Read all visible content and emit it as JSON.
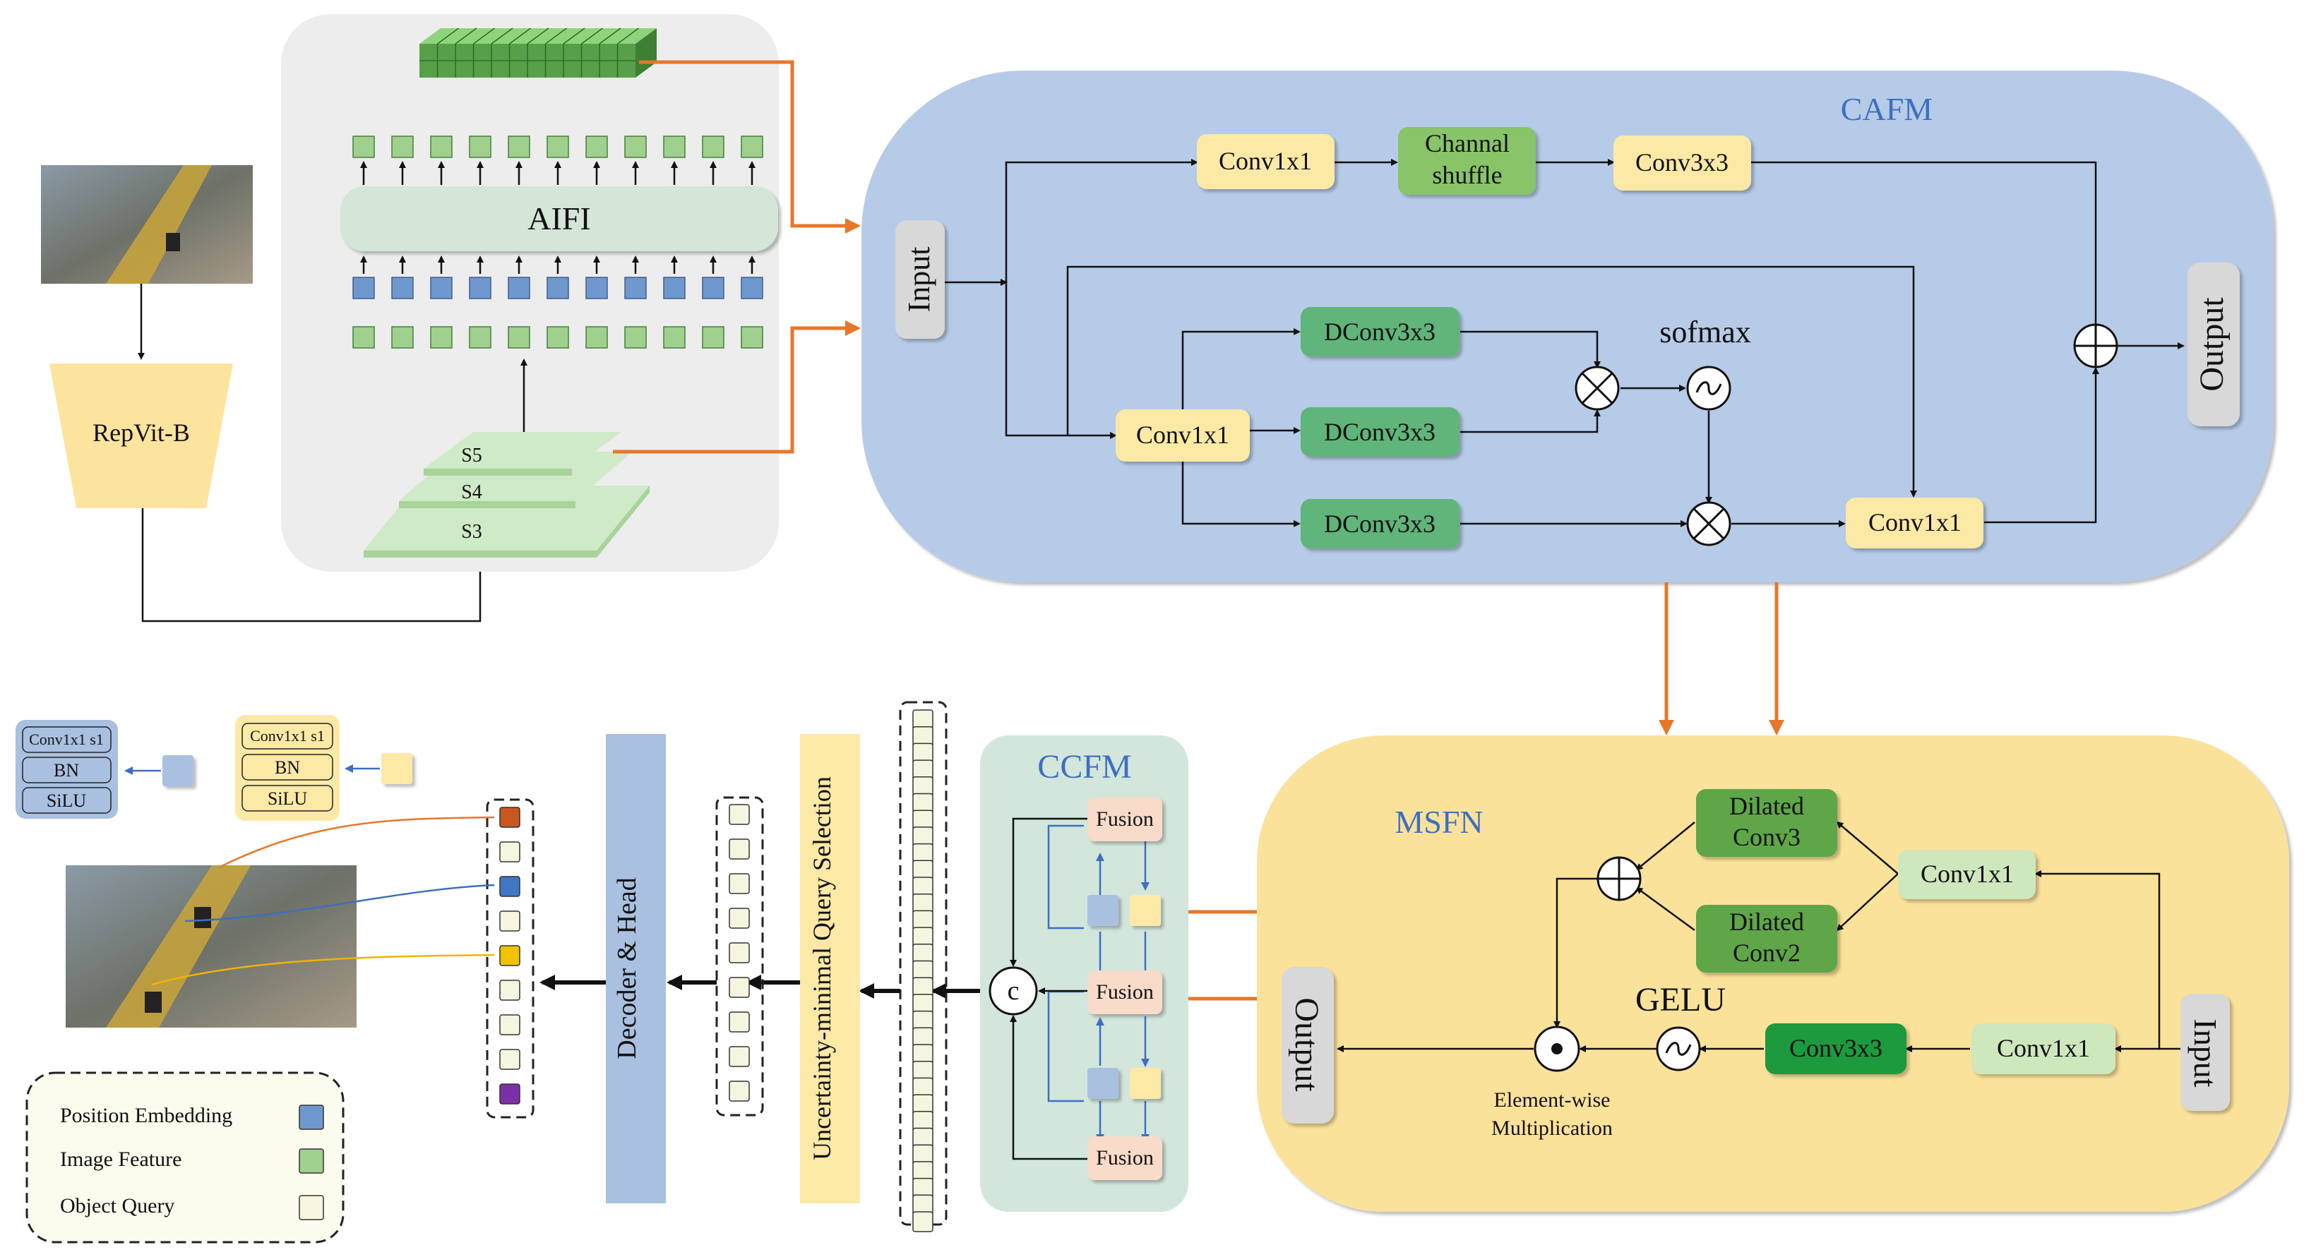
{
  "cafm": {
    "title": "CAFM",
    "input": "Input",
    "output": "Output",
    "conv1x1_top": "Conv1x1",
    "channel_shuffle_1": "Channal",
    "channel_shuffle_2": "shuffle",
    "conv3x3": "Conv3x3",
    "dconv_1": "DConv3x3",
    "dconv_2": "DConv3x3",
    "dconv_3": "DConv3x3",
    "conv1x1_mid": "Conv1x1",
    "conv1x1_right": "Conv1x1",
    "softmax": "sofmax"
  },
  "backbone": {
    "name": "RepVit-B",
    "aifi": "AIFI",
    "s5": "S5",
    "s4": "S4",
    "s3": "S3"
  },
  "msfn": {
    "title": "MSFN",
    "output": "Output",
    "input": "Input",
    "dilated3_1": "Dilated",
    "dilated3_2": "Conv3",
    "dilated2_1": "Dilated",
    "dilated2_2": "Conv2",
    "conv1x1_a": "Conv1x1",
    "conv1x1_b": "Conv1x1",
    "conv3x3": "Conv3x3",
    "gelu": "GELU",
    "ew_1": "Element-wise",
    "ew_2": "Multiplication"
  },
  "ccfm": {
    "title": "CCFM",
    "fusion_1": "Fusion",
    "fusion_2": "Fusion",
    "fusion_3": "Fusion",
    "concat": "c"
  },
  "pipeline": {
    "query_selection": "Uncertainty-minimal Query Selection",
    "decoder_head": "Decoder & Head"
  },
  "blocks": {
    "blue_conv": "Conv1x1 s1",
    "blue_bn": "BN",
    "blue_silu": "SiLU",
    "yellow_conv": "Conv1x1 s1",
    "yellow_bn": "BN",
    "yellow_silu": "SiLU"
  },
  "legend": {
    "position_embedding": "Position Embedding",
    "image_feature": "Image Feature",
    "object_query": "Object Query"
  },
  "colors": {
    "cafm_bg": "#b6cbe7",
    "msfn_bg": "#fbe29a",
    "ccfm_bg": "#d3e6dc",
    "orange_arrow": "#e7772b",
    "yellow_box": "#fde9a6",
    "green_box": "#6bb874",
    "feature_green": "#9fd08e",
    "pos_blue": "#6f98cf"
  },
  "images": {
    "scene": "excavator-scene-photo"
  }
}
